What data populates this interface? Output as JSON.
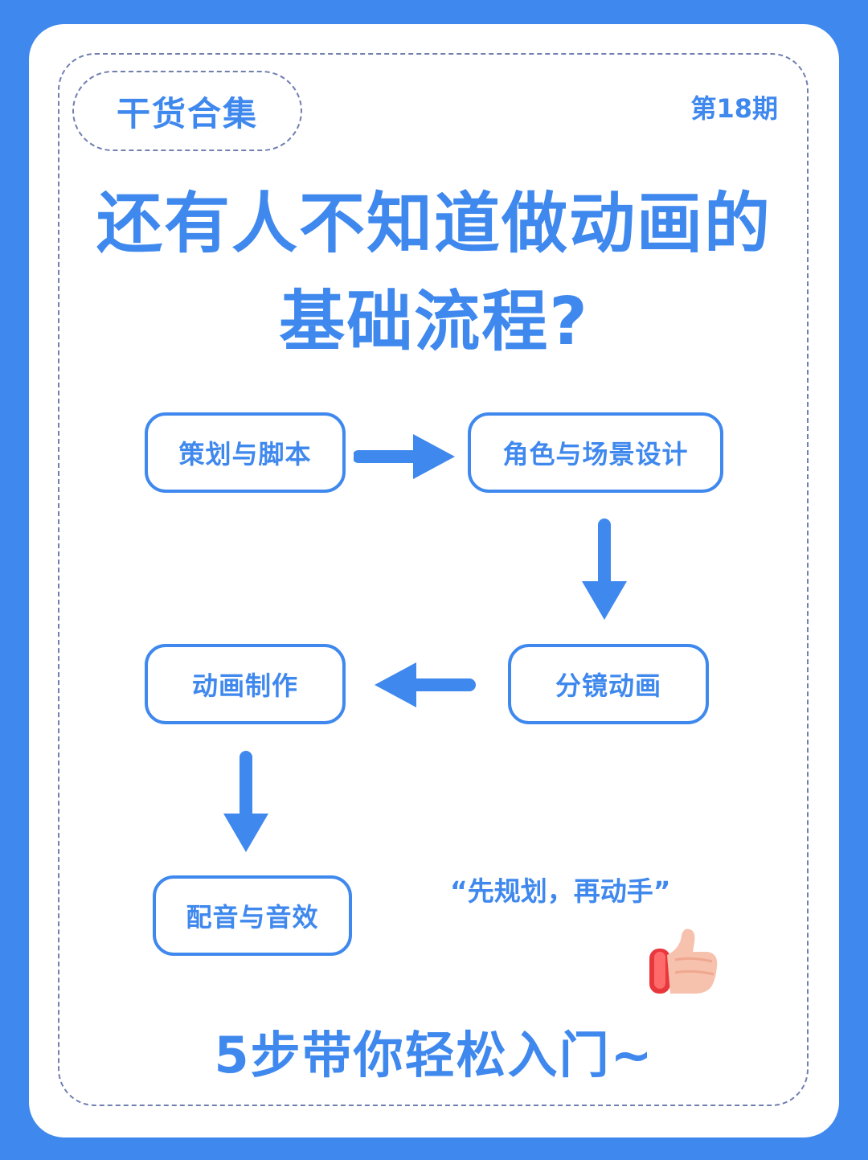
{
  "header": {
    "tag": "干货合集",
    "issue": "第18期"
  },
  "title": {
    "line1": "还有人不知道做动画的",
    "line2": "基础流程?"
  },
  "steps": [
    "策划与脚本",
    "角色与场景设计",
    "分镜动画",
    "动画制作",
    "配音与音效"
  ],
  "quote": "“先规划，再动手”",
  "footer": "5步带你轻松入门~",
  "colors": {
    "accent": "#3f88ee",
    "background": "#3f88ee",
    "card": "#ffffff",
    "dash": "#6f7fb0"
  },
  "icons": [
    "arrow-right-icon",
    "arrow-down-icon",
    "arrow-left-icon",
    "thumbs-up-icon"
  ]
}
